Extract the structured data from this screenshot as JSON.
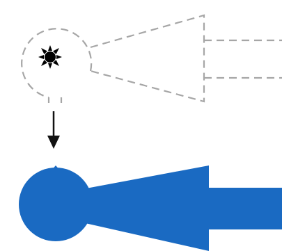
{
  "diagram": {
    "background": "#ffffff",
    "outline_color": "#a6a6a6",
    "arrow_color": "#111111",
    "solid_color": "#1a6ac2",
    "icons": [
      "sun-icon",
      "down-arrow-icon"
    ],
    "elements": [
      {
        "name": "dashed-bulb-outline",
        "style": "dashed",
        "position": "top"
      },
      {
        "name": "solid-bulb-shape",
        "style": "filled",
        "position": "bottom"
      }
    ],
    "labels": []
  }
}
